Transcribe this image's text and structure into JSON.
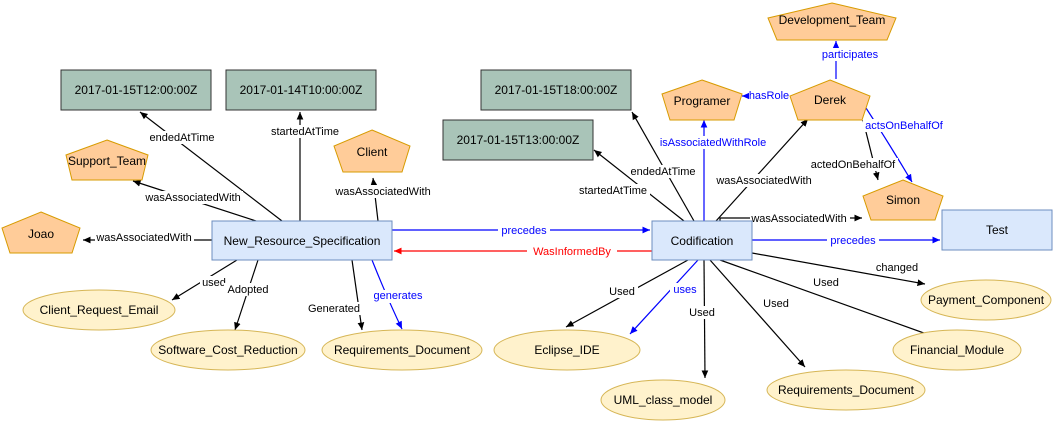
{
  "colors": {
    "timestamp_fill": "#a9c4b8",
    "timestamp_stroke": "#333333",
    "agent_fill": "#ffcc99",
    "agent_stroke": "#d79b00",
    "activity_fill": "#dae8fc",
    "activity_stroke": "#6c8ebf",
    "entity_fill": "#fff2cc",
    "entity_stroke": "#d6b656",
    "edge_black": "#000000",
    "edge_blue": "#0000ff",
    "edge_red": "#ff0000"
  },
  "nodes": {
    "ts_ended1": "2017-01-15T12:00:00Z",
    "ts_started1": "2017-01-14T10:00:00Z",
    "ts_ended2": "2017-01-15T18:00:00Z",
    "ts_started2": "2017-01-15T13:00:00Z",
    "support_team": "Support_Team",
    "joao": "Joao",
    "client": "Client",
    "development_team": "Development_Team",
    "programer": "Programer",
    "derek": "Derek",
    "simon": "Simon",
    "new_resource_spec": "New_Resource_Specification",
    "codification": "Codification",
    "test": "Test",
    "client_request_email": "Client_Request_Email",
    "software_cost_reduction": "Software_Cost_Reduction",
    "requirements_doc_1": "Requirements_Document",
    "eclipse_ide": "Eclipse_IDE",
    "uml_class_model": "UML_class_model",
    "requirements_doc_2": "Requirements_Document",
    "financial_module": "Financial_Module",
    "payment_component": "Payment_Component"
  },
  "edges": {
    "endedAtTime_1": "endedAtTime",
    "startedAtTime_1": "startedAtTime",
    "wasAssociatedWith_support": "wasAssociatedWith",
    "wasAssociatedWith_joao": "wasAssociatedWith",
    "wasAssociatedWith_client": "wasAssociatedWith",
    "used_email": "used",
    "adopted": "Adopted",
    "generated": "Generated",
    "generates": "generates",
    "precedes_1": "precedes",
    "wasInformedBy": "WasInformedBy",
    "endedAtTime_2": "endedAtTime",
    "startedAtTime_2": "startedAtTime",
    "isAssociatedWithRole": "isAssociatedWithRole",
    "wasAssociatedWith_derek": "wasAssociatedWith",
    "hasRole": "hasRole",
    "participates": "participates",
    "actsOnBehalfOf": "actsOnBehalfOf",
    "actedOnBehalfOf": "actedOnBehalfOf",
    "wasAssociatedWith_simon": "wasAssociatedWith",
    "precedes_2": "precedes",
    "changed": "changed",
    "used_eclipse": "Used",
    "uses": "uses",
    "used_uml": "Used",
    "used_req": "Used",
    "used_financial": "Used"
  }
}
